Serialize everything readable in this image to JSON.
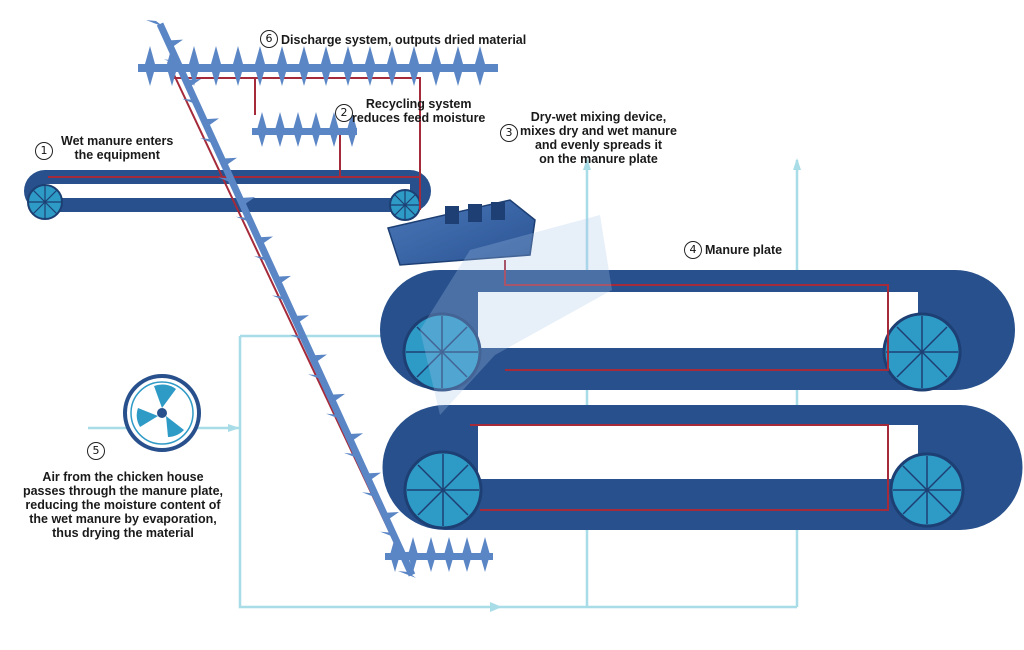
{
  "callouts": [
    {
      "number": "1",
      "lines": [
        "Wet manure enters",
        "the equipment"
      ]
    },
    {
      "number": "2",
      "lines": [
        "Recycling system",
        "reduces feed moisture"
      ]
    },
    {
      "number": "3",
      "lines": [
        "Dry-wet mixing device,",
        "mixes dry and wet manure",
        "and evenly spreads it",
        "on the manure plate"
      ]
    },
    {
      "number": "4",
      "lines": [
        "Manure plate"
      ]
    },
    {
      "number": "5",
      "lines": [
        "Air from the chicken house",
        "passes through the manure plate,",
        "reducing the moisture content of",
        "the wet manure by evaporation,",
        "thus drying the material"
      ]
    },
    {
      "number": "6",
      "lines": [
        "Discharge system, outputs dried material"
      ]
    }
  ],
  "colors": {
    "belt": "#27508c",
    "belt_dark": "#1d3f73",
    "roller": "#2e9ac6",
    "screw": "#5b86c5",
    "flow_line": "#a52a3a",
    "air_line": "#a8dde8"
  },
  "icons": {
    "fan": "fan-icon",
    "watermark": "logo-watermark"
  }
}
